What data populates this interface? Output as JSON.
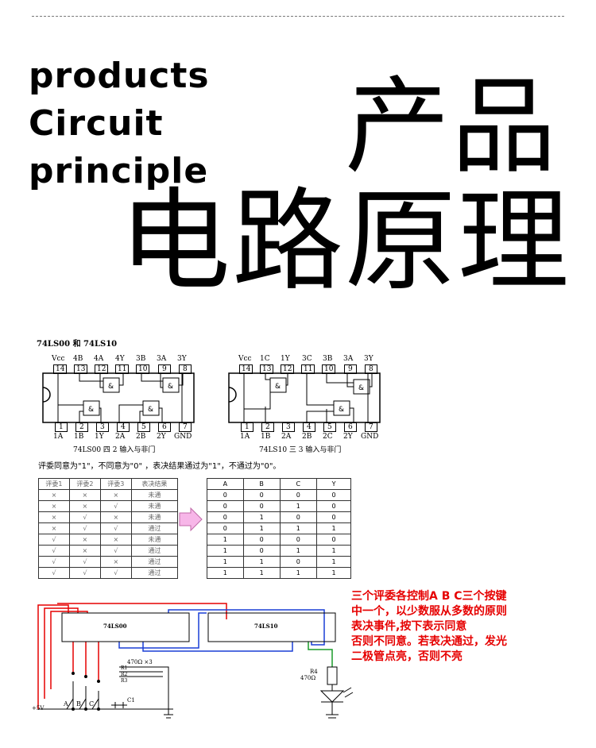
{
  "header": {
    "en_lines": [
      "products",
      "Circuit",
      "principle"
    ],
    "cn_line1": "产品",
    "cn_line2": "电路原理"
  },
  "chips": {
    "title": "74LS00 和 74LS10",
    "chip1": {
      "top_pins": [
        "Vcc",
        "4B",
        "4A",
        "4Y",
        "3B",
        "3A",
        "3Y"
      ],
      "top_nums": [
        "14",
        "13",
        "12",
        "11",
        "10",
        "9",
        "8"
      ],
      "bottom_nums": [
        "1",
        "2",
        "3",
        "4",
        "5",
        "6",
        "7"
      ],
      "bottom_pins": [
        "1A",
        "1B",
        "1Y",
        "2A",
        "2B",
        "2Y",
        "GND"
      ],
      "caption": "74LS00 四 2 输入与非门"
    },
    "chip2": {
      "top_pins": [
        "Vcc",
        "1C",
        "1Y",
        "3C",
        "3B",
        "3A",
        "3Y"
      ],
      "top_nums": [
        "14",
        "13",
        "12",
        "11",
        "10",
        "9",
        "8"
      ],
      "bottom_nums": [
        "1",
        "2",
        "3",
        "4",
        "5",
        "6",
        "7"
      ],
      "bottom_pins": [
        "1A",
        "1B",
        "2A",
        "2B",
        "2C",
        "2Y",
        "GND"
      ],
      "caption": "74LS10 三 3 输入与非门"
    },
    "gate_symbol": "&"
  },
  "rule_text": "评委同意为\"1\"，不同意为\"0\" ，表决结果通过为\"1\"，不通过为\"0\"。",
  "left_table": {
    "headers": [
      "评委1",
      "评委2",
      "评委3",
      "表决结果"
    ],
    "rows": [
      [
        "×",
        "×",
        "×",
        "未通"
      ],
      [
        "×",
        "×",
        "√",
        "未通"
      ],
      [
        "×",
        "√",
        "×",
        "未通"
      ],
      [
        "×",
        "√",
        "√",
        "通过"
      ],
      [
        "√",
        "×",
        "×",
        "未通"
      ],
      [
        "√",
        "×",
        "√",
        "通过"
      ],
      [
        "√",
        "√",
        "×",
        "通过"
      ],
      [
        "√",
        "√",
        "√",
        "通过"
      ]
    ]
  },
  "truth_table": {
    "headers": [
      "A",
      "B",
      "C",
      "Y"
    ],
    "rows": [
      [
        "0",
        "0",
        "0",
        "0"
      ],
      [
        "0",
        "0",
        "1",
        "0"
      ],
      [
        "0",
        "1",
        "0",
        "0"
      ],
      [
        "0",
        "1",
        "1",
        "1"
      ],
      [
        "1",
        "0",
        "0",
        "0"
      ],
      [
        "1",
        "0",
        "1",
        "1"
      ],
      [
        "1",
        "1",
        "0",
        "1"
      ],
      [
        "1",
        "1",
        "1",
        "1"
      ]
    ]
  },
  "schematic": {
    "chip1_label": "74LS00",
    "chip2_label": "74LS10",
    "res_label": "470Ω ×3",
    "r_labels": [
      "R1",
      "R2",
      "R3"
    ],
    "c_label": "C1",
    "r4_label": "R4",
    "r4_value": "470Ω",
    "vcc_label": "+5V",
    "switches": [
      "A",
      "B",
      "C"
    ]
  },
  "note": {
    "lines": [
      "三个评委各控制A B C三个按键",
      "中一个，以少数服从多数的原则",
      "表决事件,按下表示同意",
      "否则不同意。若表决通过，发光",
      "二极管点亮，否则不亮"
    ]
  },
  "colors": {
    "red": "#e60000",
    "blue": "#1a3fd6",
    "green": "#1a9b2a",
    "pink": "#f7b6e8"
  }
}
